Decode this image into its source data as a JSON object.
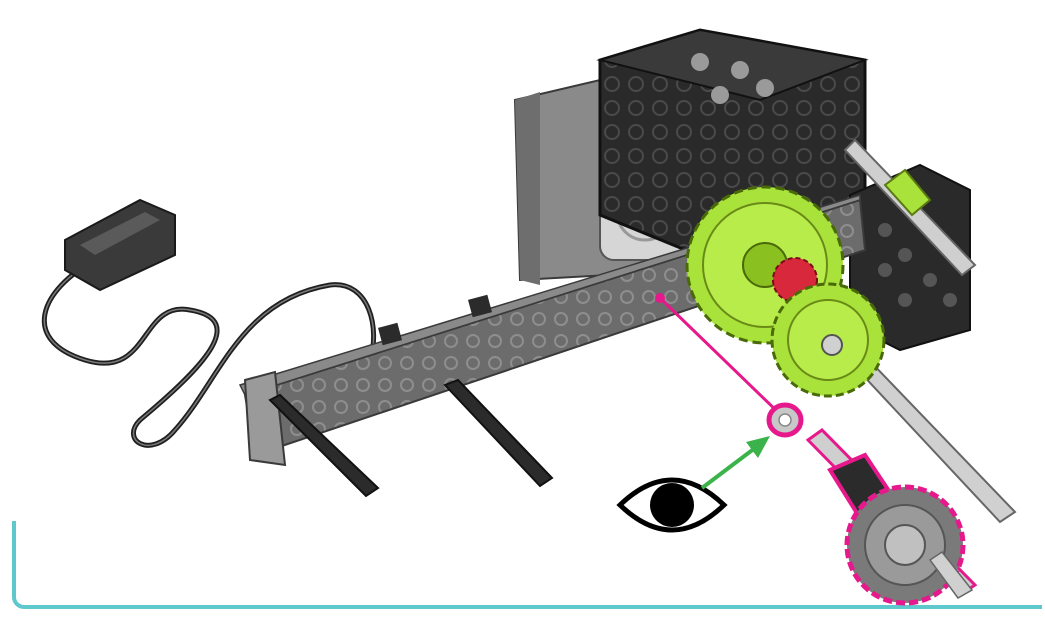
{
  "figure": {
    "type": "assembly-instruction-illustration",
    "colors": {
      "frame_line": "#5ec8cc",
      "highlight": "#e6198c",
      "arrow": "#3cb34a",
      "accent_part": "#a8e23a",
      "beam_gray": "#7a7a7a",
      "dark_part": "#2b2b2b",
      "small_gear_red": "#d8283c"
    },
    "icons": [
      "eye-icon",
      "arrow-icon"
    ],
    "parts": [
      "motor-cable",
      "smart-motor",
      "cube-block",
      "long-beam",
      "standoff-pins",
      "differential-gear",
      "large-green-gears",
      "metal-shaft",
      "washer",
      "gear-assembly-highlighted"
    ]
  }
}
